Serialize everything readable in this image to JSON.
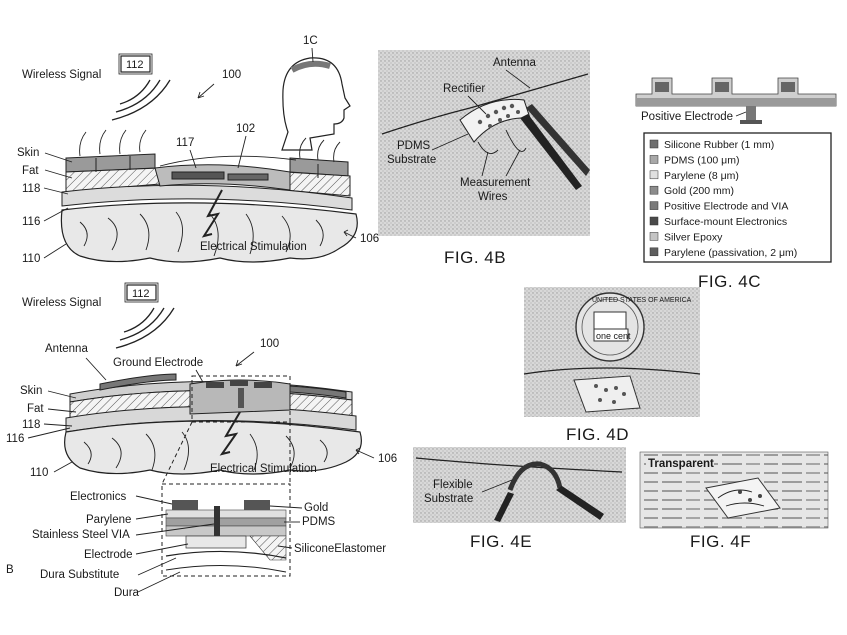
{
  "top_diagram": {
    "wireless_signal": "Wireless Signal",
    "box_112": "112",
    "ref_100": "100",
    "ref_1c": "1C",
    "ref_117": "117",
    "ref_102": "102",
    "skin": "Skin",
    "fat": "Fat",
    "ref_118": "118",
    "ref_116": "116",
    "ref_110": "110",
    "ref_106": "106",
    "electrical_stimulation": "Electrical Stimulation"
  },
  "bottom_diagram": {
    "wireless_signal": "Wireless Signal",
    "box_112": "112",
    "antenna": "Antenna",
    "ground_electrode": "Ground Electrode",
    "ref_100": "100",
    "skin": "Skin",
    "fat": "Fat",
    "ref_118": "118",
    "ref_116": "116",
    "ref_110": "110",
    "ref_106": "106",
    "electrical_stimulation": "Electrical Stimulation",
    "panel_letter": "B"
  },
  "inset": {
    "electronics": "Electronics",
    "parylene": "Parylene",
    "stainless_steel_via": "Stainless Steel VIA",
    "electrode": "Electrode",
    "dura_substitute": "Dura Substitute",
    "dura": "Dura",
    "gold": "Gold",
    "pdms": "PDMS",
    "silicone_elastomer": "SiliconeElastomer"
  },
  "fig4b": {
    "antenna": "Antenna",
    "rectifier": "Rectifier",
    "pdms_substrate_line1": "PDMS",
    "pdms_substrate_line2": "Substrate",
    "measurement_line1": "Measurement",
    "measurement_line2": "Wires",
    "caption": "FIG. 4B"
  },
  "fig4c": {
    "positive_electrode": "Positive Electrode",
    "legend": [
      {
        "label": "Silicone Rubber (1 mm)",
        "color": "#6f6f6f"
      },
      {
        "label": "PDMS (100 μm)",
        "color": "#a8a8a8"
      },
      {
        "label": "Parylene (8 μm)",
        "color": "#e0e0e0"
      },
      {
        "label": "Gold (200 mm)",
        "color": "#8c8c8c"
      },
      {
        "label": "Positive Electrode and VIA",
        "color": "#7a7a7a"
      },
      {
        "label": "Surface-mount Electronics",
        "color": "#4a4a4a"
      },
      {
        "label": "Silver Epoxy",
        "color": "#c4c4c4"
      },
      {
        "label": "Parylene (passivation, 2 μm)",
        "color": "#5e5e5e"
      }
    ],
    "caption": "FIG. 4C"
  },
  "fig4d": {
    "coin_top": "UNITED STATES OF AMERICA",
    "coin_value": "one cent",
    "caption": "FIG. 4D"
  },
  "fig4e": {
    "flexible_line1": "Flexible",
    "flexible_line2": "Substrate",
    "caption": "FIG. 4E"
  },
  "fig4f": {
    "transparent": "Transparent",
    "caption": "FIG. 4F"
  }
}
